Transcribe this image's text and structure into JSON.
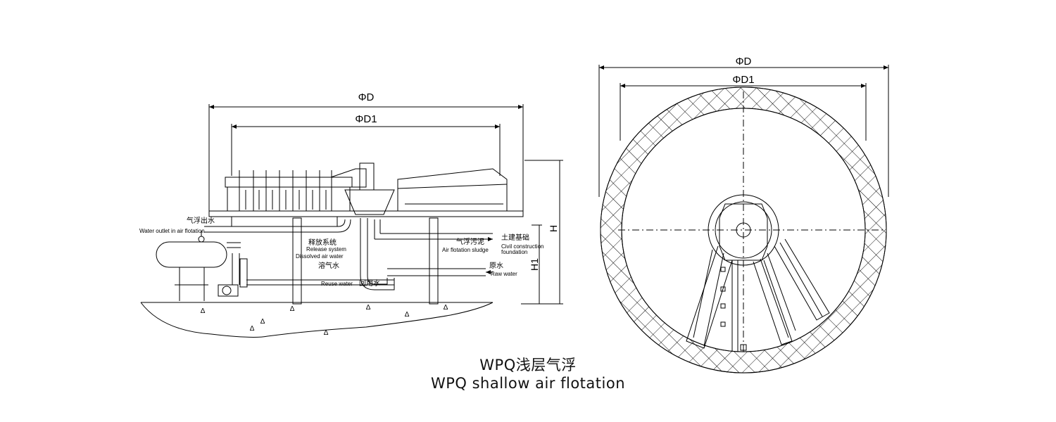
{
  "caption": {
    "chinese": "WPQ浅层气浮",
    "english": "WPQ shallow air flotation"
  },
  "side_view": {
    "dim_outer": "ΦD",
    "dim_inner": "ΦD1",
    "dim_height": "H",
    "dim_height_1": "H1",
    "labels": {
      "outlet_cn": "气浮出水",
      "outlet_en": "Water outlet in air flotation",
      "release_cn": "释放系统",
      "release_en": "Release system",
      "dissolved_en": "Dissolved air water",
      "dissolved_cn": "溶气水",
      "reuse_en": "Reuse water",
      "reuse_cn": "回用水",
      "sludge_cn": "气浮污泥",
      "sludge_en": "Air flotation sludge",
      "civil_cn": "土建基础",
      "civil_en_1": "Civil construction",
      "civil_en_2": "foundation",
      "raw_cn": "原水",
      "raw_en": "Raw water"
    }
  },
  "plan_view": {
    "dim_outer": "ΦD",
    "dim_inner": "ΦD1"
  },
  "colors": {
    "line": "#000000",
    "background": "#ffffff"
  }
}
